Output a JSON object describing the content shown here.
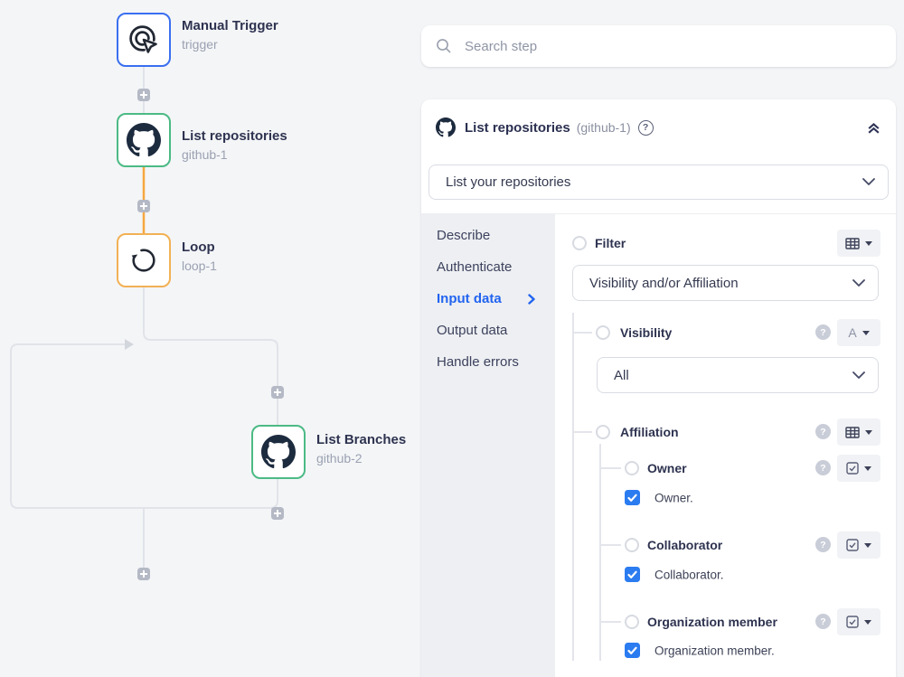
{
  "colors": {
    "accent_blue": "#2264f0",
    "node_border_blue": "#3a6ff0",
    "node_border_green": "#4cba85",
    "node_border_orange": "#f2b155",
    "connector_orange": "#f6a73f",
    "checkbox_blue": "#2b7cf0"
  },
  "flow": {
    "nodes": [
      {
        "title": "Manual Trigger",
        "subtitle": "trigger"
      },
      {
        "title": "List repositories",
        "subtitle": "github-1"
      },
      {
        "title": "Loop",
        "subtitle": "loop-1"
      },
      {
        "title": "List Branches",
        "subtitle": "github-2"
      }
    ]
  },
  "search": {
    "placeholder": "Search step"
  },
  "panel": {
    "title": "List repositories",
    "step_id": "(github-1)",
    "action_select_value": "List your repositories",
    "tabs": [
      {
        "label": "Describe"
      },
      {
        "label": "Authenticate"
      },
      {
        "label": "Input data"
      },
      {
        "label": "Output data"
      },
      {
        "label": "Handle errors"
      }
    ],
    "active_tab": "Input data",
    "form": {
      "filter": {
        "label": "Filter",
        "select_value": "Visibility and/or Affiliation"
      },
      "visibility": {
        "label": "Visibility",
        "select_value": "All",
        "type_letter": "A"
      },
      "affiliation": {
        "label": "Affiliation"
      },
      "owner": {
        "label": "Owner",
        "checkbox_label": "Owner.",
        "checked": true
      },
      "collaborator": {
        "label": "Collaborator",
        "checkbox_label": "Collaborator.",
        "checked": true
      },
      "organization_member": {
        "label": "Organization member",
        "checkbox_label": "Organization member.",
        "checked": true
      }
    }
  }
}
